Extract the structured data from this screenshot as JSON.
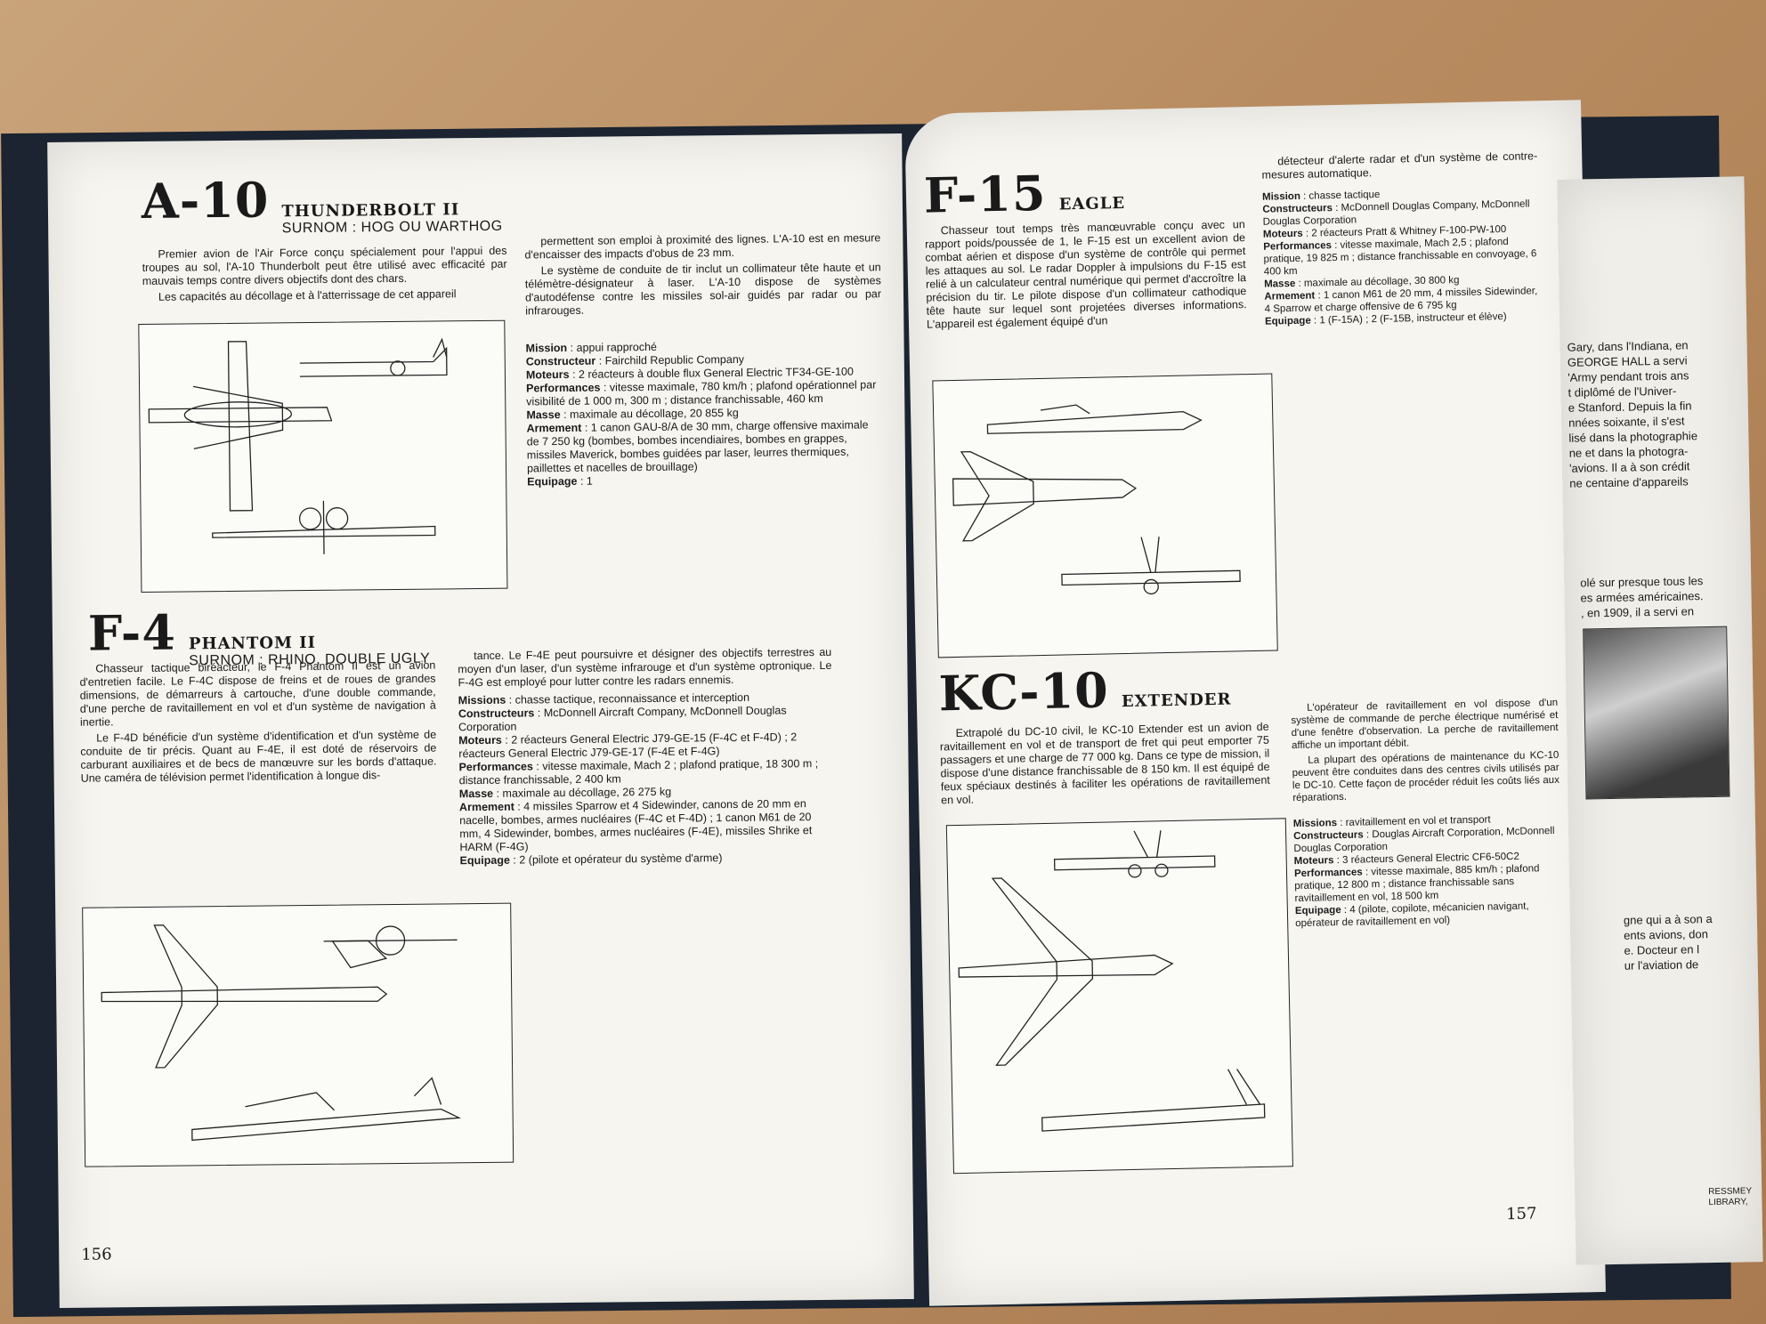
{
  "left_page": {
    "page_number": "156",
    "a10": {
      "code": "A-10",
      "name": "THUNDERBOLT II",
      "nickname": "SURNOM : HOG OU WARTHOG",
      "text_col1": [
        "Premier avion de l'Air Force conçu spécialement pour l'appui des troupes au sol, l'A-10 Thunderbolt peut être utilisé avec efficacité par mauvais temps contre divers objectifs dont des chars.",
        "Les capacités au décollage et à l'atterrissage de cet appareil"
      ],
      "text_col2": [
        "permettent son emploi à proximité des lignes. L'A-10 est en mesure d'encaisser des impacts d'obus de 23 mm.",
        "Le système de conduite de tir inclut un collimateur tête haute et un télémètre-désignateur à laser. L'A-10 dispose de systèmes d'autodéfense contre les missiles sol-air guidés par radar ou par infrarouges."
      ],
      "specs": [
        {
          "label": "Mission",
          "value": "appui rapproché"
        },
        {
          "label": "Constructeur",
          "value": "Fairchild Republic Company"
        },
        {
          "label": "Moteurs",
          "value": "2 réacteurs à double flux General Electric TF34-GE-100"
        },
        {
          "label": "Performances",
          "value": "vitesse maximale, 780 km/h ; plafond opérationnel par visibilité de 1 000 m, 300 m ; distance franchissable, 460 km"
        },
        {
          "label": "Masse",
          "value": "maximale au décollage, 20 855 kg"
        },
        {
          "label": "Armement",
          "value": "1 canon GAU-8/A de 30 mm, charge offensive maximale de 7 250 kg (bombes, bombes incendiaires, bombes en grappes, missiles Maverick, bombes guidées par laser, leurres thermiques, paillettes et nacelles de brouillage)"
        },
        {
          "label": "Equipage",
          "value": "1"
        }
      ]
    },
    "f4": {
      "code": "F-4",
      "name": "PHANTOM II",
      "nickname": "SURNOM : RHINO, DOUBLE UGLY",
      "text_col1": [
        "Chasseur tactique biréacteur, le F-4 Phantom II est un avion d'entretien facile. Le F-4C dispose de freins et de roues de grandes dimensions, de démarreurs à cartouche, d'une double commande, d'une perche de ravitaillement en vol et d'un système de navigation à inertie.",
        "Le F-4D bénéficie d'un système d'identification et d'un système de conduite de tir précis. Quant au F-4E, il est doté de réservoirs de carburant auxiliaires et de becs de manœuvre sur les bords d'attaque. Une caméra de télévision permet l'identification à longue dis-"
      ],
      "text_col2": [
        "tance. Le F-4E peut poursuivre et désigner des objectifs terrestres au moyen d'un laser, d'un système infrarouge et d'un système optronique. Le F-4G est employé pour lutter contre les radars ennemis."
      ],
      "specs": [
        {
          "label": "Missions",
          "value": "chasse tactique, reconnaissance et interception"
        },
        {
          "label": "Constructeurs",
          "value": "McDonnell Aircraft Company, McDonnell Douglas Corporation"
        },
        {
          "label": "Moteurs",
          "value": "2 réacteurs General Electric J79-GE-15 (F-4C et F-4D) ; 2 réacteurs General Electric J79-GE-17 (F-4E et F-4G)"
        },
        {
          "label": "Performances",
          "value": "vitesse maximale, Mach 2 ; plafond pratique, 18 300 m ; distance franchissable, 2 400 km"
        },
        {
          "label": "Masse",
          "value": "maximale au décollage, 26 275 kg"
        },
        {
          "label": "Armement",
          "value": "4 missiles Sparrow et 4 Sidewinder, canons de 20 mm en nacelle, bombes, armes nucléaires (F-4C et F-4D) ; 1 canon M61 de 20 mm, 4 Sidewinder, bombes, armes nucléaires (F-4E), missiles Shrike et HARM (F-4G)"
        },
        {
          "label": "Equipage",
          "value": "2 (pilote et opérateur du système d'arme)"
        }
      ]
    }
  },
  "right_page": {
    "page_number": "157",
    "f15": {
      "code": "F-15",
      "name": "EAGLE",
      "text_col1": [
        "Chasseur tout temps très manœuvrable conçu avec un rapport poids/poussée de 1, le F-15 est un excellent avion de combat aérien et dispose d'un système de contrôle qui permet les attaques au sol. Le radar Doppler à impulsions du F-15 est relié à un calculateur central numérique qui permet d'accroître la précision du tir. Le pilote dispose d'un collimateur cathodique tête haute sur lequel sont projetées diverses informations. L'appareil est également équipé d'un"
      ],
      "text_col2": [
        "détecteur d'alerte radar et d'un système de contre-mesures automatique."
      ],
      "specs": [
        {
          "label": "Mission",
          "value": "chasse tactique"
        },
        {
          "label": "Constructeurs",
          "value": "McDonnell Douglas Company, McDonnell Douglas Corporation"
        },
        {
          "label": "Moteurs",
          "value": "2 réacteurs Pratt & Whitney F-100-PW-100"
        },
        {
          "label": "Performances",
          "value": "vitesse maximale, Mach 2,5 ; plafond pratique, 19 825 m ; distance franchissable en convoyage, 6 400 km"
        },
        {
          "label": "Masse",
          "value": "maximale au décollage, 30 800 kg"
        },
        {
          "label": "Armement",
          "value": "1 canon M61 de 20 mm, 4 missiles Sidewinder, 4 Sparrow et charge offensive de 6 795 kg"
        },
        {
          "label": "Equipage",
          "value": "1 (F-15A) ; 2 (F-15B, instructeur et élève)"
        }
      ]
    },
    "kc10": {
      "code": "KC-10",
      "name": "EXTENDER",
      "text_col1": [
        "Extrapolé du DC-10 civil, le KC-10 Extender est un avion de ravitaillement en vol et de transport de fret qui peut emporter 75 passagers et une charge de 77 000 kg. Dans ce type de mission, il dispose d'une distance franchissable de 8 150 km. Il est équipé de feux spéciaux destinés à faciliter les opérations de ravitaillement en vol."
      ],
      "text_col2": [
        "L'opérateur de ravitaillement en vol dispose d'un système de commande de perche électrique numérisé et d'une fenêtre d'observation. La perche de ravitaillement affiche un important débit.",
        "La plupart des opérations de maintenance du KC-10 peuvent être conduites dans des centres civils utilisés par le DC-10. Cette façon de procéder réduit les coûts liés aux réparations."
      ],
      "specs": [
        {
          "label": "Missions",
          "value": "ravitaillement en vol et transport"
        },
        {
          "label": "Constructeurs",
          "value": "Douglas Aircraft Corporation, McDonnell Douglas Corporation"
        },
        {
          "label": "Moteurs",
          "value": "3 réacteurs General Electric CF6-50C2"
        },
        {
          "label": "Performances",
          "value": "vitesse maximale, 885 km/h ; plafond pratique, 12 800 m ; distance franchissable sans ravitaillement en vol, 18 500 km"
        },
        {
          "label": "Equipage",
          "value": "4 (pilote, copilote, mécanicien navigant, opérateur de ravitaillement en vol)"
        }
      ]
    }
  },
  "edge_page": {
    "lines_top": [
      "Gary, dans l'Indiana, en",
      "GEORGE HALL a servi",
      "'Army pendant trois ans",
      "t diplômé de l'Univer-",
      "e Stanford. Depuis la fin",
      "nnées soixante, il s'est",
      "lisé dans la photographie",
      "ne et dans la photogra-",
      "'avions. Il a à son crédit",
      "ne centaine d'appareils"
    ],
    "lines_mid": [
      "olé sur presque tous les",
      "es armées américaines.",
      ", en 1909, il a servi en"
    ],
    "lines_bottom": [
      "gne qui a à son a",
      "ents avions, don",
      "e. Docteur en l",
      "ur l'aviation de"
    ],
    "credit": [
      "RESSMEY",
      "LIBRARY,"
    ]
  }
}
